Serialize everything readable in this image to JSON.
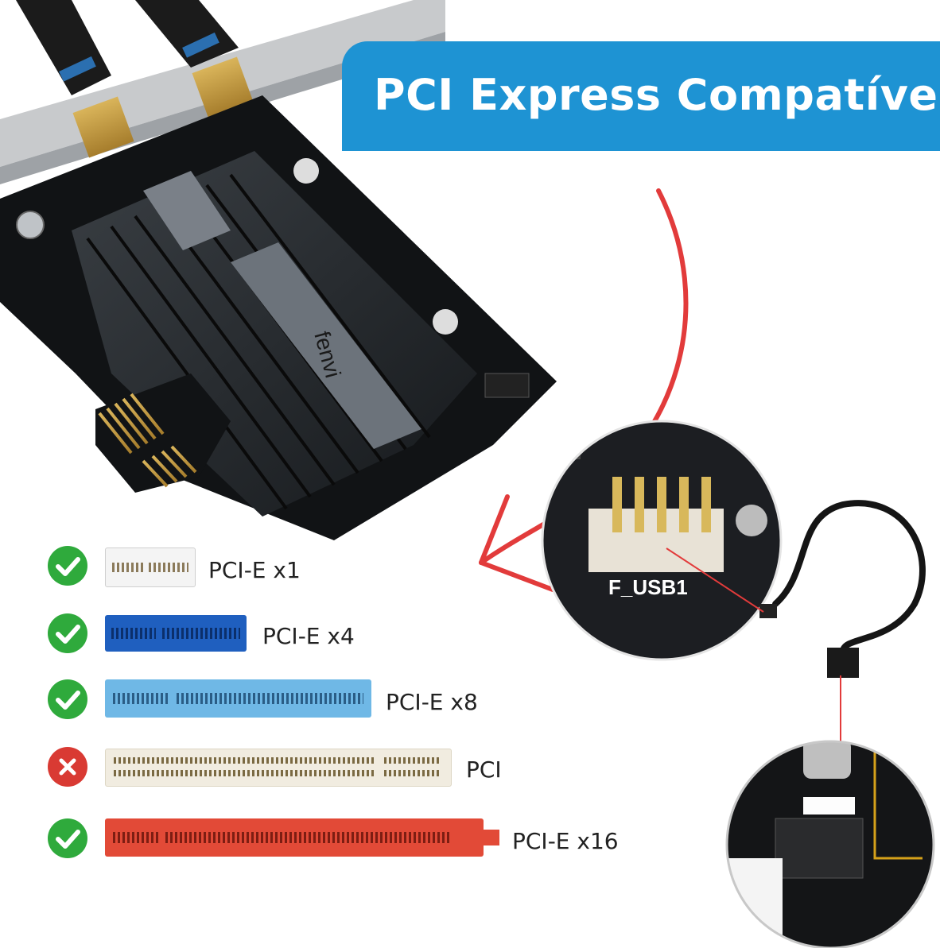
{
  "banner": {
    "text": "PCI Express Compatível",
    "color": "#1e93d3"
  },
  "card": {
    "brand_text": "fenvi"
  },
  "slots": [
    {
      "label": "PCI-E x1",
      "compatible": true,
      "slot_color": "#f4f4f4",
      "icon": "check-icon"
    },
    {
      "label": "PCI-E x4",
      "compatible": true,
      "slot_color": "#1f5fbf",
      "icon": "check-icon"
    },
    {
      "label": "PCI-E x8",
      "compatible": true,
      "slot_color": "#6fb8e6",
      "icon": "check-icon"
    },
    {
      "label": "PCI",
      "compatible": false,
      "slot_color": "#f1ece0",
      "icon": "cross-icon"
    },
    {
      "label": "PCI-E x16",
      "compatible": true,
      "slot_color": "#e24a37",
      "icon": "check-icon"
    }
  ],
  "inset_top": {
    "header_label": "F_USB1"
  },
  "colors": {
    "check": "#2faa3c",
    "cross": "#d93a33",
    "arrow": "#e23b3b"
  }
}
